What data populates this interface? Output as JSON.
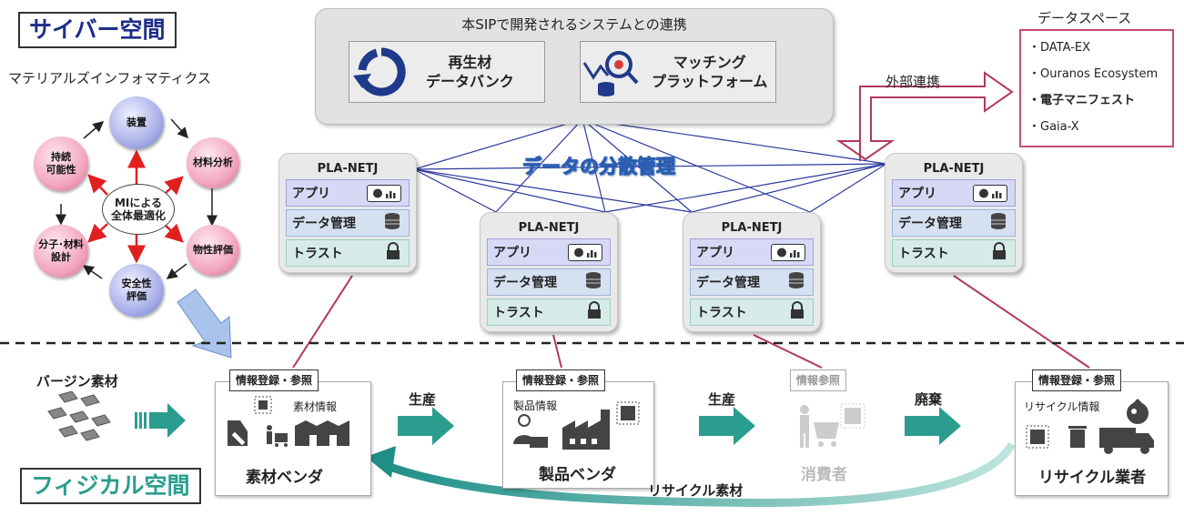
{
  "labels": {
    "cyber_space": "サイバー空間",
    "physical_space": "フィジカル空間",
    "mi_title": "マテリアルズインフォマティクス"
  },
  "mi_cycle": {
    "center": "MIによる\n全体最適化",
    "nodes": {
      "top": "装置",
      "top_right": "材料分析",
      "bottom_right": "物性評価",
      "bottom": "安全性\n評価",
      "bottom_left": "分子･材料\n設計",
      "top_left": "持続\n可能性"
    }
  },
  "sip_panel": {
    "title": "本SIPで開発されるシステムとの連携",
    "card1": "再生材\nデータバンク",
    "card2": "マッチング\nプラットフォーム"
  },
  "network": {
    "label": "データの分散管理",
    "external_link": "外部連携"
  },
  "pla_nodes": [
    {
      "title": "PLA-NETJ",
      "app": "アプリ",
      "data": "データ管理",
      "trust": "トラスト"
    },
    {
      "title": "PLA-NETJ",
      "app": "アプリ",
      "data": "データ管理",
      "trust": "トラスト"
    },
    {
      "title": "PLA-NETJ",
      "app": "アプリ",
      "data": "データ管理",
      "trust": "トラスト"
    },
    {
      "title": "PLA-NETJ",
      "app": "アプリ",
      "data": "データ管理",
      "trust": "トラスト"
    }
  ],
  "data_spaces": {
    "title": "データスペース",
    "items": [
      "・DATA-EX",
      "・Ouranos Ecosystem",
      "・電子マニフェスト",
      "・Gaia-X"
    ]
  },
  "physical": {
    "virgin": "バージン素材",
    "produce1": "生産",
    "produce2": "生産",
    "disposal": "廃棄",
    "recycle_material": "リサイクル素材",
    "steps": [
      {
        "tag": "情報登録・参照",
        "info": "素材情報",
        "name": "素材ベンダ"
      },
      {
        "tag": "情報登録・参照",
        "info": "製品情報",
        "name": "製品ベンダ"
      },
      {
        "tag": "情報参照",
        "info": "",
        "name": "消費者"
      },
      {
        "tag": "情報登録・参照",
        "info": "リサイクル情報",
        "name": "リサイクル業者"
      }
    ]
  },
  "colors": {
    "cyber": "#1f2d8a",
    "physical": "#2a9d8f",
    "link": "#b23a5a",
    "network": "#2b3a9e"
  }
}
